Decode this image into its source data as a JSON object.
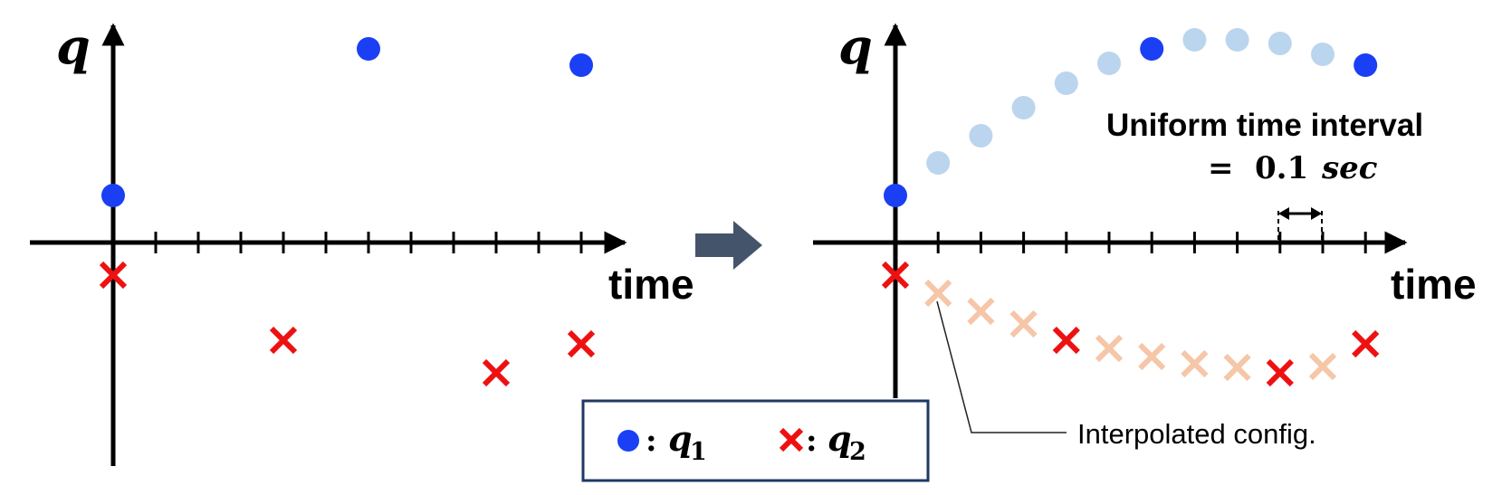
{
  "left_panel": {
    "y_axis_label": "q",
    "x_axis_label": "time",
    "q1_samples": [
      0,
      6,
      11
    ],
    "q2_samples": [
      0,
      4,
      9,
      11
    ]
  },
  "right_panel": {
    "y_axis_label": "q",
    "x_axis_label": "time",
    "q1_samples": [
      0,
      6,
      11
    ],
    "q2_samples": [
      0,
      4,
      9,
      11
    ],
    "interval_note": {
      "title": "Uniform time interval",
      "equals": "=",
      "value": "0.1",
      "unit": "sec"
    },
    "callout_label": "Interpolated config."
  },
  "legend": {
    "q1_marker": "circle",
    "q1_symbol": "q",
    "q1_subscript": "1",
    "q2_marker": "cross",
    "q2_symbol": "q",
    "q2_subscript": "2",
    "separator": ":"
  },
  "colors": {
    "q1": "#1a3ff5",
    "q1_interpolated": "#bcd5ee",
    "q2": "#ee1111",
    "q2_interpolated": "#f6c6a8",
    "arrow": "#44546a",
    "axis": "#000000",
    "legend_border": "#1f3864"
  }
}
